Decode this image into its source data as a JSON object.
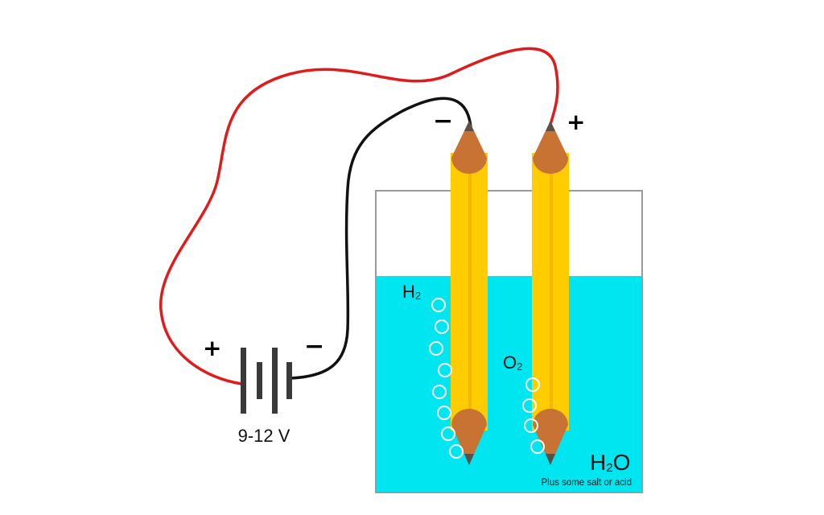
{
  "battery": {
    "label": "9-12 V",
    "plus_sign": "+",
    "minus_sign": "−"
  },
  "electrodes": {
    "left_sign": "−",
    "right_sign": "+"
  },
  "gases": {
    "hydrogen": {
      "main": "H",
      "sub": "2"
    },
    "oxygen": {
      "main": "O",
      "sub": "2"
    }
  },
  "water": {
    "formula": {
      "main": "H",
      "sub": "2",
      "tail": "O"
    },
    "note": "Plus some salt or acid"
  },
  "colors": {
    "water": "#00e6f0",
    "pencil_body": "#ffcc00",
    "pencil_wood": "#c87233",
    "graphite": "#5a5048",
    "positive_wire": "#e01b1b",
    "negative_wire": "#111111",
    "bubble": "#ffffff",
    "container_border": "#9a9a9a"
  }
}
